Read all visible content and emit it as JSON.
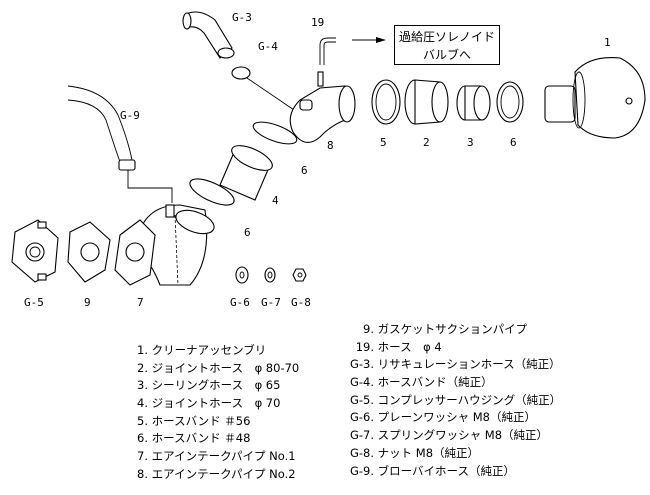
{
  "callout_labels": {
    "g3": "G-3",
    "p19": "19",
    "g4": "G-4",
    "p1": "1",
    "g9": "G-9",
    "p8": "8",
    "p5": "5",
    "p2": "2",
    "p3": "3",
    "p6a": "6",
    "p6b": "6",
    "p4": "4",
    "p6c": "6",
    "g5": "G-5",
    "p9": "9",
    "p7": "7",
    "g6": "G-6",
    "g7": "G-7",
    "g8": "G-8"
  },
  "note": {
    "line1": "過給圧ソレノイド",
    "line2": "バルブへ"
  },
  "legend_left": [
    {
      "num": "1.",
      "text": "クリーナアッセンブリ"
    },
    {
      "num": "2.",
      "text": "ジョイントホース　φ 80-70"
    },
    {
      "num": "3.",
      "text": "シーリングホース　φ 65"
    },
    {
      "num": "4.",
      "text": "ジョイントホース　φ 70"
    },
    {
      "num": "5.",
      "text": "ホースバンド ＃56"
    },
    {
      "num": "6.",
      "text": "ホースバンド ＃48"
    },
    {
      "num": "7.",
      "text": "エアインテークパイプ No.1"
    },
    {
      "num": "8.",
      "text": "エアインテークパイプ No.2"
    }
  ],
  "legend_right": [
    {
      "num": "9.",
      "text": "ガスケットサクションパイプ"
    },
    {
      "num": "19.",
      "text": "ホース　φ 4"
    },
    {
      "num": "G-3.",
      "text": "リサキュレーションホース（純正）"
    },
    {
      "num": "G-4.",
      "text": "ホースバンド（純正）"
    },
    {
      "num": "G-5.",
      "text": "コンプレッサーハウジング（純正）"
    },
    {
      "num": "G-6.",
      "text": "プレーンワッシャ M8（純正）"
    },
    {
      "num": "G-7.",
      "text": "スプリングワッシャ M8（純正）"
    },
    {
      "num": "G-8.",
      "text": "ナット M8（純正）"
    },
    {
      "num": "G-9.",
      "text": "ブローバイホース（純正）"
    }
  ]
}
